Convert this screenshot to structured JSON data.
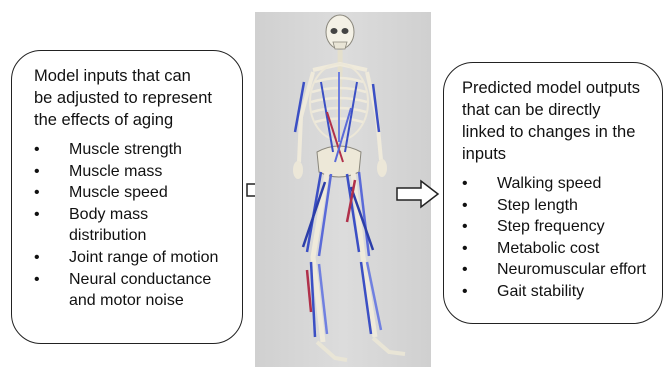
{
  "inputs_box": {
    "heading_lines": [
      "Model inputs that can",
      "be adjusted to represent",
      "the effects of aging"
    ],
    "items": [
      [
        "Muscle strength"
      ],
      [
        "Muscle mass"
      ],
      [
        "Muscle speed"
      ],
      [
        "Body mass",
        "distribution"
      ],
      [
        "Joint range of motion"
      ],
      [
        "Neural conductance",
        "and motor noise"
      ]
    ]
  },
  "outputs_box": {
    "heading_lines": [
      "Predicted model outputs",
      "that can be directly",
      "linked to changes in the",
      "inputs"
    ],
    "items": [
      [
        "Walking speed"
      ],
      [
        "Step length"
      ],
      [
        "Step frequency"
      ],
      [
        "Metabolic cost"
      ],
      [
        "Neuromuscular effort"
      ],
      [
        "Gait stability"
      ]
    ]
  },
  "colors": {
    "border": "#222222",
    "panel": "#d6d6d6",
    "muscle_blue": "#3b4fc4",
    "muscle_red": "#b0304a",
    "bone": "#f4f1e6"
  }
}
